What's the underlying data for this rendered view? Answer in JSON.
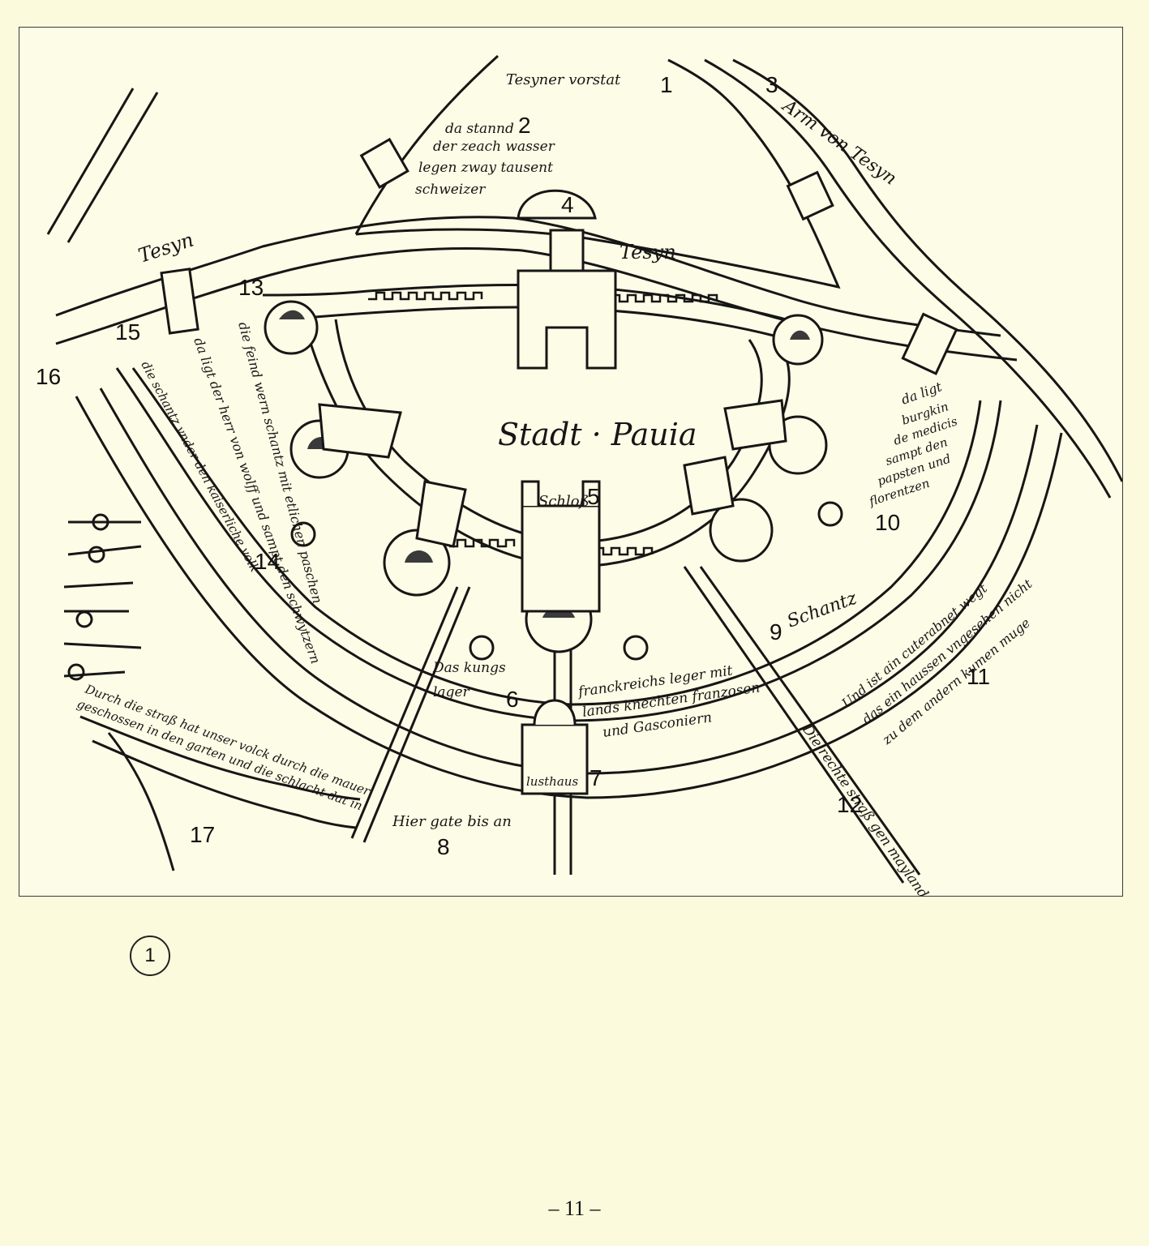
{
  "figure_number": "1",
  "page_number": "– 11 –",
  "numbers": [
    "1",
    "2",
    "3",
    "4",
    "5",
    "6",
    "7",
    "8",
    "9",
    "10",
    "11",
    "12",
    "13",
    "14",
    "15",
    "16",
    "17"
  ],
  "labels": {
    "city": "Stadt · Pauia",
    "river_left": "Tesyn",
    "river_center": "Tesyn",
    "river_right": "Arm von Tesyn",
    "vorstadt_top": "Tesyner vorstat",
    "label_2": [
      "da stannd",
      "der zeach wasser",
      "legen zway tausent",
      "schweizer"
    ],
    "castle": "Schloß",
    "schantz": "Schantz",
    "kings_camp": [
      "Das kungs",
      "lager"
    ],
    "french_camp": [
      "franckreichs leger mit",
      "lands knechten franzosen",
      "und Gasconiern"
    ],
    "lusthaus": "lusthaus",
    "left_ring": "die feind wern schantz mit etlichen paschen",
    "left_ring2": "da ligt der herr von wolff und sampt den schwytzern",
    "outer_left": "die schantz vnder den kaiserliche volk",
    "right_top": [
      "da ligt",
      "burgkin",
      "de medicis",
      "sampt den",
      "papsten und",
      "florentzen"
    ],
    "right_bottom": [
      "Und ist ain cuterabnet wegt",
      "das ein haussen vngesehen nicht",
      "zu dem andern kumen muge"
    ],
    "road": "Die rechte straß gen maylandt",
    "gate_text": "Hier gate bis an",
    "bottom_left": [
      "Durch die straß hat unser volck durch die mauer",
      "geschossen in den garten und die schlacht dat in"
    ]
  }
}
